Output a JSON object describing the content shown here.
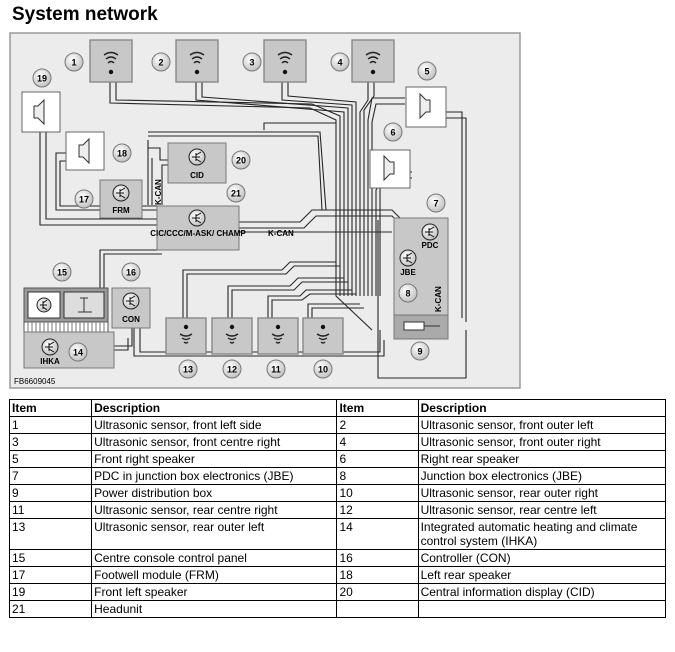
{
  "title": "System network",
  "diagram": {
    "ref": "FB6609045",
    "labels": {
      "kcan_vertical": "K-CAN",
      "kcan_horizontal": "K-CAN",
      "kcan_pdc": "K-CAN",
      "cid": "CID",
      "frm": "FRM",
      "headunit": "CIC/CCC/M-ASK/ CHAMP",
      "pdc": "PDC",
      "jbe": "JBE",
      "con": "CON",
      "ihka": "IHKA"
    },
    "callouts": [
      "1",
      "2",
      "3",
      "4",
      "5",
      "6",
      "7",
      "8",
      "9",
      "10",
      "11",
      "12",
      "13",
      "14",
      "15",
      "16",
      "17",
      "18",
      "19",
      "20",
      "21"
    ]
  },
  "table": {
    "headers": [
      "Item",
      "Description",
      "Item",
      "Description"
    ],
    "rows": [
      [
        "1",
        "Ultrasonic sensor, front left side",
        "2",
        "Ultrasonic sensor, front outer left"
      ],
      [
        "3",
        "Ultrasonic sensor, front centre right",
        "4",
        "Ultrasonic sensor, front outer right"
      ],
      [
        "5",
        "Front right speaker",
        "6",
        "Right rear speaker"
      ],
      [
        "7",
        "PDC in junction box electronics (JBE)",
        "8",
        "Junction box electronics (JBE)"
      ],
      [
        "9",
        "Power distribution box",
        "10",
        "Ultrasonic sensor, rear outer right"
      ],
      [
        "11",
        "Ultrasonic sensor, rear centre right",
        "12",
        "Ultrasonic sensor, rear centre left"
      ],
      [
        "13",
        "Ultrasonic sensor, rear outer left",
        "14",
        "Integrated automatic heating and climate control system (IHKA)"
      ],
      [
        "15",
        "Centre console control panel",
        "16",
        "Controller (CON)"
      ],
      [
        "17",
        "Footwell module (FRM)",
        "18",
        "Left rear speaker"
      ],
      [
        "19",
        "Front left speaker",
        "20",
        "Central information display (CID)"
      ],
      [
        "21",
        "Headunit",
        "",
        ""
      ]
    ]
  }
}
